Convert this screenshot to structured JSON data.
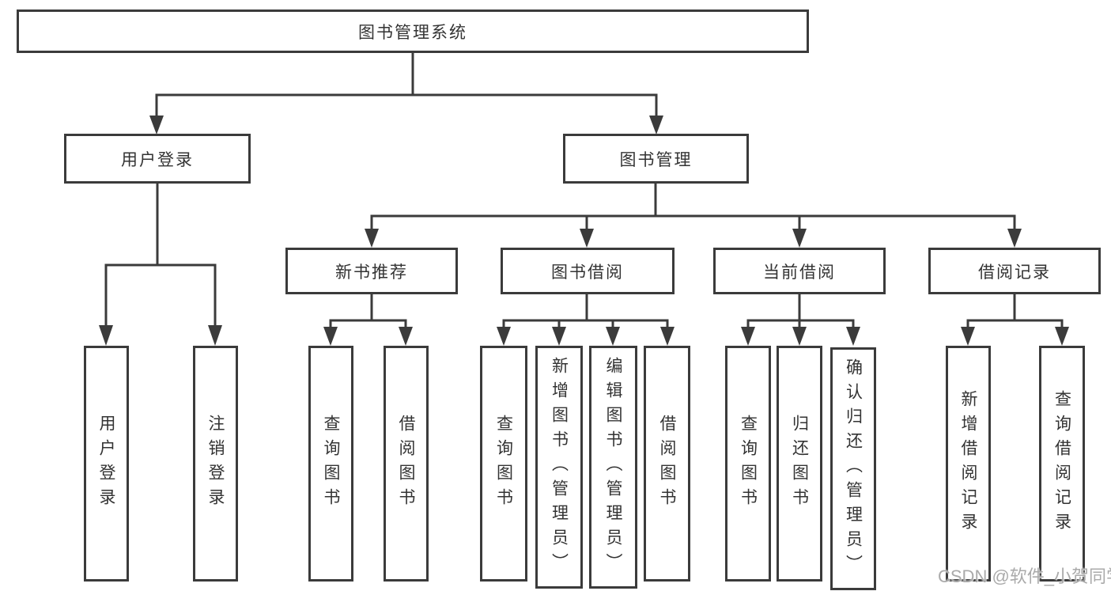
{
  "tree": {
    "root": "图书管理系统",
    "children": [
      {
        "label": "用户登录",
        "children": [
          {
            "label": "用户登录"
          },
          {
            "label": "注销登录"
          }
        ]
      },
      {
        "label": "图书管理",
        "children": [
          {
            "label": "新书推荐",
            "children": [
              {
                "label": "查询图书"
              },
              {
                "label": "借阅图书"
              }
            ]
          },
          {
            "label": "图书借阅",
            "children": [
              {
                "label": "查询图书"
              },
              {
                "label": "新增图书（管理员）"
              },
              {
                "label": "编辑图书（管理员）"
              },
              {
                "label": "借阅图书"
              }
            ]
          },
          {
            "label": "当前借阅",
            "children": [
              {
                "label": "查询图书"
              },
              {
                "label": "归还图书"
              },
              {
                "label": "确认归还（管理员）"
              }
            ]
          },
          {
            "label": "借阅记录",
            "children": [
              {
                "label": "新增借阅记录"
              },
              {
                "label": "查询借阅记录"
              }
            ]
          }
        ]
      }
    ]
  },
  "watermark": {
    "text": "CSDN @软件_小贺同学"
  },
  "colors": {
    "line": "#3b3b3b",
    "text": "#333333",
    "background": "#ffffff",
    "watermark": "#a5a5a5"
  }
}
